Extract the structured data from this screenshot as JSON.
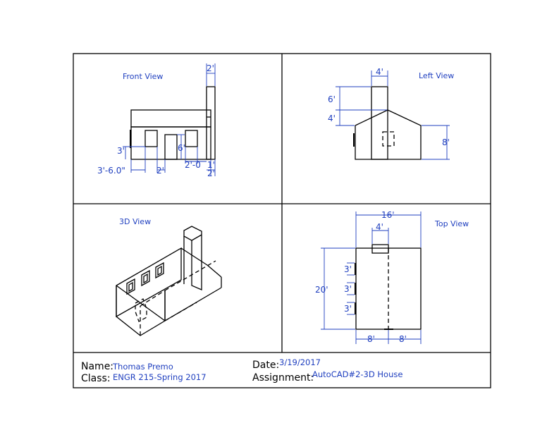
{
  "views": {
    "front": {
      "title": "Front View",
      "dims": {
        "chimney_width": "2'",
        "window": "3'",
        "wall": "3'-6.0\"",
        "gap": "2'",
        "door": "6'",
        "offset": "2'-0",
        "chimney_side": "1'",
        "chimney_bottom": "2'"
      }
    },
    "left": {
      "title": "Left View",
      "dims": {
        "chimney_width": "4'",
        "chimney_above": "6'",
        "roof_rise": "4'",
        "wall_height": "8'"
      }
    },
    "iso": {
      "title": "3D View"
    },
    "top": {
      "title": "Top View",
      "dims": {
        "width": "16'",
        "chimney": "4'",
        "depth": "20'",
        "win1": "3'",
        "win2": "3'",
        "win3": "3'",
        "half_left": "8'",
        "half_right": "8'"
      }
    }
  },
  "title_block": {
    "name_label": "Name:",
    "name": "Thomas Premo",
    "class_label": "Class:",
    "class": "ENGR 215-Spring 2017",
    "date_label": "Date:",
    "date": "3/19/2017",
    "assignment_label": "Assignment:",
    "assignment": "AutoCAD#2-3D House"
  }
}
